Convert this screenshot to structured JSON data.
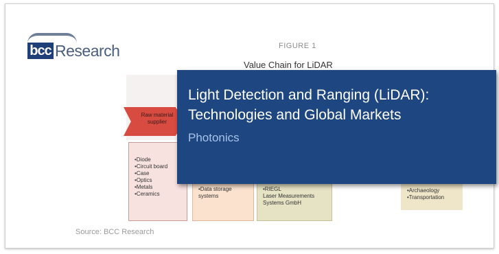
{
  "logo": {
    "brand_box": "bcc",
    "brand_text": "Research"
  },
  "figure": {
    "label": "FIGURE 1",
    "title": "Value Chain for LiDAR",
    "arrow_label": "Raw material supplier",
    "box1_items": [
      "•Diode",
      "•Circuit board",
      "•Case",
      "•Optics",
      "•Metals",
      "•Ceramics"
    ],
    "box2_items": [
      "•Data storage",
      "systems"
    ],
    "box3_items": [
      "•RIEGL",
      "Laser Measurements",
      "Systems GmbH"
    ],
    "box4_items": [
      "•Archaeology",
      "•Transportation"
    ],
    "source": "Source: BCC Research"
  },
  "overlay": {
    "title": "Light Detection and Ranging (LiDAR): Technologies and Global Markets",
    "subtitle": "Photonics"
  },
  "colors": {
    "overlay_bg": "#1e4680",
    "arrow": "#d84b40",
    "brand": "#1f3f78"
  }
}
